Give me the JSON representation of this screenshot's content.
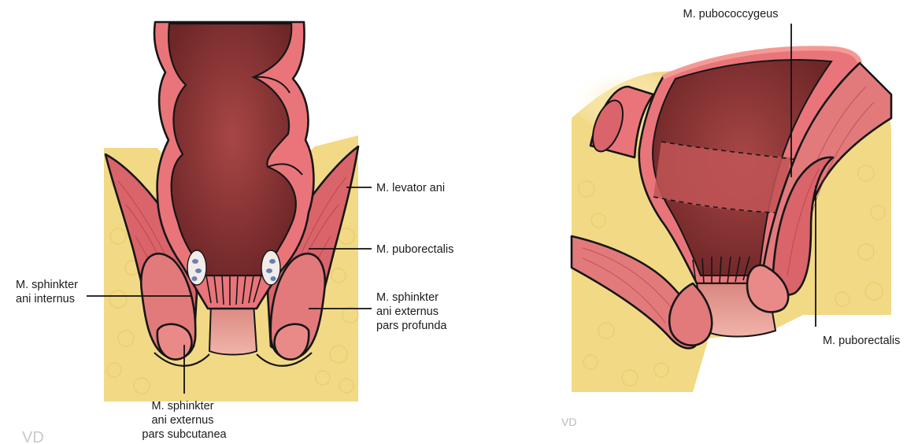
{
  "colors": {
    "fat": "#f2d985",
    "fat_light": "#f8e9b3",
    "wall": "#e9757a",
    "wall_light": "#f49a96",
    "lumen_dark": "#7a2b2c",
    "lumen": "#9b3f3f",
    "muscle": "#d9646a",
    "muscle_light": "#ee8d8b",
    "canal": "#e7a19b",
    "outline": "#161616"
  },
  "left_figure": {
    "labels": {
      "levator_ani": "M. levator ani",
      "puborectalis": "M. puborectalis",
      "sphinkter_internus": [
        "M. sphinkter",
        "ani internus"
      ],
      "sphinkter_profunda": [
        "M. sphinkter",
        "ani externus",
        "pars profunda"
      ],
      "sphinkter_subcutanea": [
        "M. sphinkter",
        "ani externus",
        "pars subcutanea"
      ]
    },
    "watermark": "VD"
  },
  "right_figure": {
    "labels": {
      "pubococcygeus": "M. pubococcygeus",
      "puborectalis": "M. puborectalis"
    },
    "watermark": "VD"
  }
}
